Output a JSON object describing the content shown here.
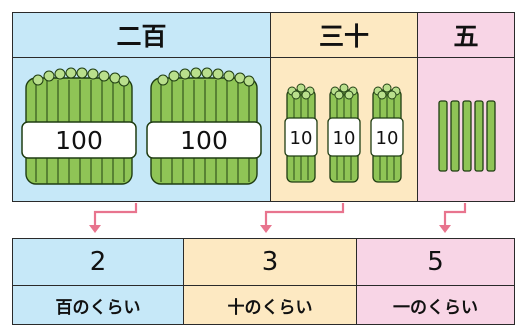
{
  "top_table": {
    "headers": [
      "二百",
      "三十",
      "五"
    ],
    "bundle_100_label": "100",
    "bundle_10_label": "10"
  },
  "bottom_table": {
    "digits": [
      "2",
      "3",
      "5"
    ],
    "place_labels": [
      "百のくらい",
      "十のくらい",
      "一のくらい"
    ]
  },
  "colors": {
    "hundreds_bg": "#c6e8f8",
    "tens_bg": "#fde9c2",
    "ones_bg": "#f8d5e6",
    "arrow": "#e8748e",
    "stick": "#8fc456"
  }
}
